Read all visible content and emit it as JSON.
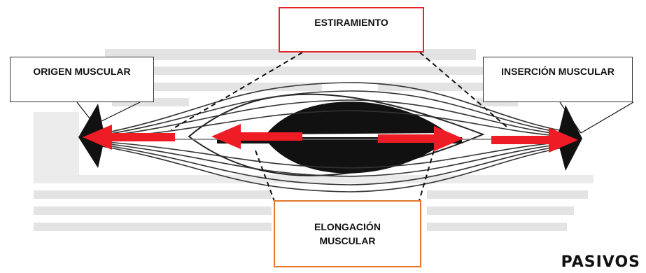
{
  "labels": {
    "estiramiento": "ESTIRAMIENTO",
    "origen": "ORIGEN MUSCULAR",
    "insercion": "INSERCIÓN MUSCULAR",
    "elongacion_line1": "ELONGACIÓN",
    "elongacion_line2": "MUSCULAR"
  },
  "footer": "PASIVOS",
  "colors": {
    "arrow": "#ee1c24",
    "estiramiento_border": "#e3262b",
    "elongacion_border": "#e3782b",
    "muscle": "#111111",
    "background_text": "#d9d9d9"
  }
}
